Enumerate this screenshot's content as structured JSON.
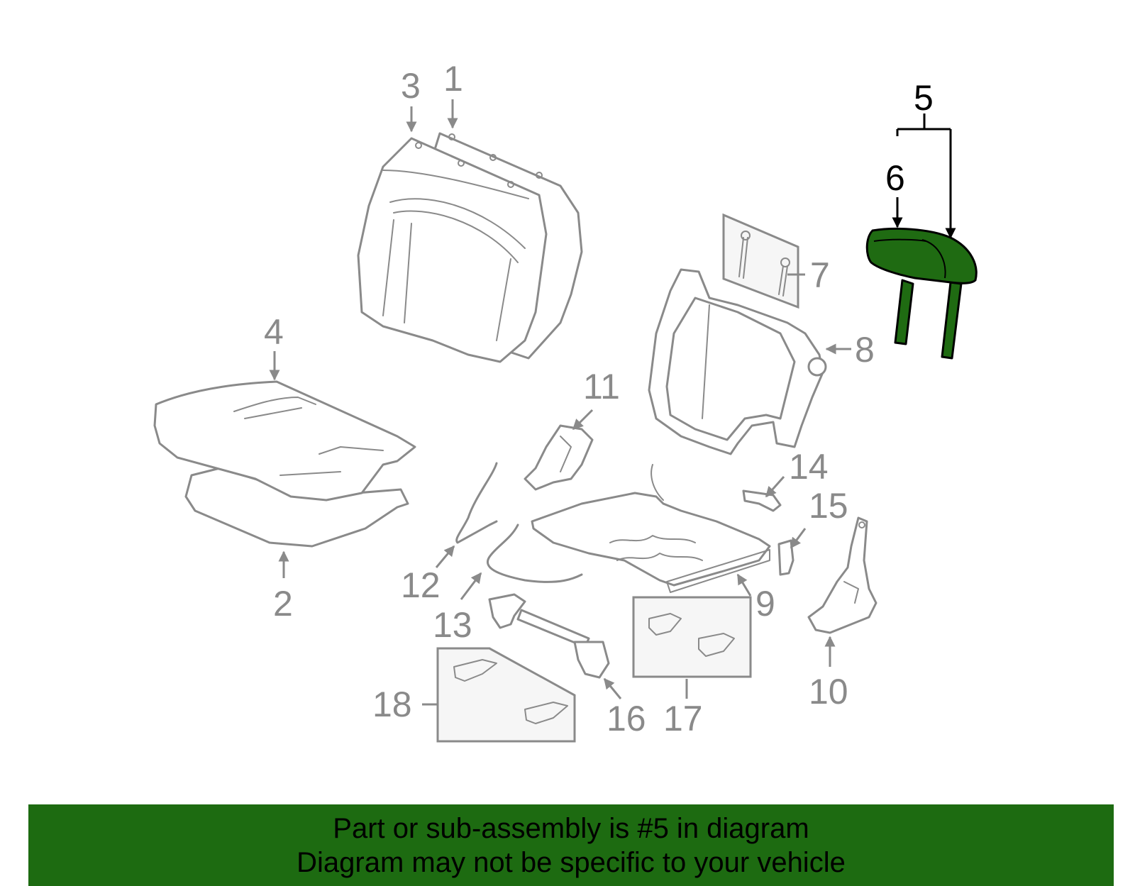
{
  "diagram": {
    "callouts": [
      "1",
      "2",
      "3",
      "4",
      "5",
      "6",
      "7",
      "8",
      "9",
      "10",
      "11",
      "12",
      "13",
      "14",
      "15",
      "16",
      "17",
      "18"
    ],
    "highlight_color": "#1f6b12",
    "highlighted_part": "5"
  },
  "banner": {
    "line1": "Part or sub-assembly is #5 in diagram",
    "line2": "Diagram may not be specific to your vehicle",
    "color": "#1d6b11"
  }
}
